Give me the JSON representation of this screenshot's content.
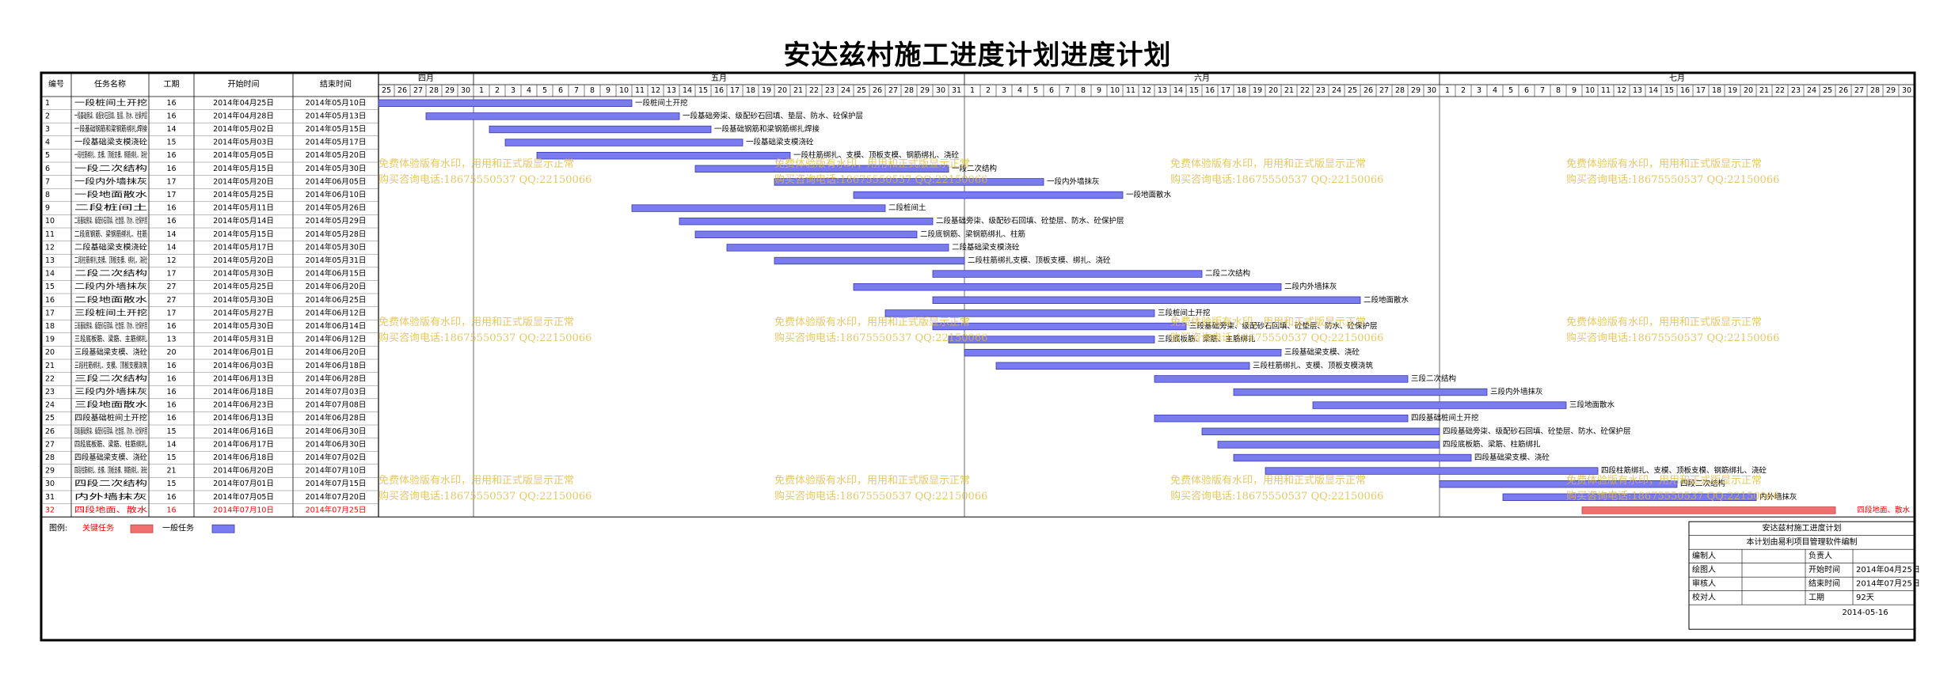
{
  "page": {
    "title": "安达兹村施工进度计划进度计划"
  },
  "chart_data": {
    "type": "gantt",
    "title": "安达兹村施工进度计划进度计划",
    "columns": [
      "编号",
      "任务名称",
      "工期",
      "开始时间",
      "结束时间"
    ],
    "timeline": {
      "start": "2014-04-25",
      "months": [
        {
          "name": "四月",
          "days": [
            25,
            26,
            27,
            28,
            29,
            30
          ]
        },
        {
          "name": "五月",
          "days": [
            1,
            2,
            3,
            4,
            5,
            6,
            7,
            8,
            9,
            10,
            11,
            12,
            13,
            14,
            15,
            16,
            17,
            18,
            19,
            20,
            21,
            22,
            23,
            24,
            25,
            26,
            27,
            28,
            29,
            30,
            31
          ]
        },
        {
          "name": "六月",
          "days": [
            1,
            2,
            3,
            4,
            5,
            6,
            7,
            8,
            9,
            10,
            11,
            12,
            13,
            14,
            15,
            16,
            17,
            18,
            19,
            20,
            21,
            22,
            23,
            24,
            25,
            26,
            27,
            28,
            29,
            30
          ]
        },
        {
          "name": "七月",
          "days": [
            1,
            2,
            3,
            4,
            5,
            6,
            7,
            8,
            9,
            10,
            11,
            12,
            13,
            14,
            15,
            16,
            17,
            18,
            19,
            20,
            21,
            22,
            23,
            24,
            25,
            26,
            27,
            28,
            29,
            30
          ]
        }
      ]
    },
    "tasks": [
      {
        "id": "1",
        "name": "一段桩间土开挖",
        "duration": "16",
        "start": "2014年04月25日",
        "end": "2014年05月10日",
        "s": "2014-04-25",
        "e": "2014-05-10",
        "critical": false
      },
      {
        "id": "2",
        "name": "一段基础旁柒、级配砂石回填、垫层、防水、砼保护层",
        "duration": "16",
        "start": "2014年04月28日",
        "end": "2014年05月13日",
        "s": "2014-04-28",
        "e": "2014-05-13",
        "critical": false
      },
      {
        "id": "3",
        "name": "一段基础钢筋和梁钢筋绑扎焊接",
        "duration": "14",
        "start": "2014年05月02日",
        "end": "2014年05月15日",
        "s": "2014-05-02",
        "e": "2014-05-15",
        "critical": false
      },
      {
        "id": "4",
        "name": "一段基础梁支模浇砼",
        "duration": "15",
        "start": "2014年05月03日",
        "end": "2014年05月17日",
        "s": "2014-05-03",
        "e": "2014-05-17",
        "critical": false
      },
      {
        "id": "5",
        "name": "一段柱筋绑扎、支模、顶板支模、钢筋绑扎、浇砼",
        "duration": "16",
        "start": "2014年05月05日",
        "end": "2014年05月20日",
        "s": "2014-05-05",
        "e": "2014-05-20",
        "critical": false
      },
      {
        "id": "6",
        "name": "一段二次结构",
        "duration": "16",
        "start": "2014年05月15日",
        "end": "2014年05月30日",
        "s": "2014-05-15",
        "e": "2014-05-30",
        "critical": false
      },
      {
        "id": "7",
        "name": "一段内外墙抹灰",
        "duration": "17",
        "start": "2014年05月20日",
        "end": "2014年06月05日",
        "s": "2014-05-20",
        "e": "2014-06-05",
        "critical": false
      },
      {
        "id": "8",
        "name": "一段地面散水",
        "duration": "17",
        "start": "2014年05月25日",
        "end": "2014年06月10日",
        "s": "2014-05-25",
        "e": "2014-06-10",
        "critical": false
      },
      {
        "id": "9",
        "name": "二段桩间土",
        "duration": "16",
        "start": "2014年05月11日",
        "end": "2014年05月26日",
        "s": "2014-05-11",
        "e": "2014-05-26",
        "critical": false
      },
      {
        "id": "10",
        "name": "二段基础旁柒、级配砂石回填、砼垫层、防水、砼保护层",
        "duration": "16",
        "start": "2014年05月14日",
        "end": "2014年05月29日",
        "s": "2014-05-14",
        "e": "2014-05-29",
        "critical": false
      },
      {
        "id": "11",
        "name": "二段底钢筋、梁钢筋绑扎、柱筋",
        "duration": "14",
        "start": "2014年05月15日",
        "end": "2014年05月28日",
        "s": "2014-05-15",
        "e": "2014-05-28",
        "critical": false
      },
      {
        "id": "12",
        "name": "二段基础梁支模浇砼",
        "duration": "14",
        "start": "2014年05月17日",
        "end": "2014年05月30日",
        "s": "2014-05-17",
        "e": "2014-05-30",
        "critical": false
      },
      {
        "id": "13",
        "name": "二段柱筋绑扎支模、顶板支模、绑扎、浇砼",
        "duration": "12",
        "start": "2014年05月20日",
        "end": "2014年05月31日",
        "s": "2014-05-20",
        "e": "2014-05-31",
        "critical": false
      },
      {
        "id": "14",
        "name": "二段二次结构",
        "duration": "17",
        "start": "2014年05月30日",
        "end": "2014年06月15日",
        "s": "2014-05-30",
        "e": "2014-06-15",
        "critical": false
      },
      {
        "id": "15",
        "name": "二段内外墙抹灰",
        "duration": "27",
        "start": "2014年05月25日",
        "end": "2014年06月20日",
        "s": "2014-05-25",
        "e": "2014-06-20",
        "critical": false
      },
      {
        "id": "16",
        "name": "二段地面散水",
        "duration": "27",
        "start": "2014年05月30日",
        "end": "2014年06月25日",
        "s": "2014-05-30",
        "e": "2014-06-25",
        "critical": false
      },
      {
        "id": "17",
        "name": "三段桩间土开挖",
        "duration": "17",
        "start": "2014年05月27日",
        "end": "2014年06月12日",
        "s": "2014-05-27",
        "e": "2014-06-12",
        "critical": false
      },
      {
        "id": "18",
        "name": "三段基础旁柒、级配砂石回填、砼垫层、防水、砼保护层",
        "duration": "16",
        "start": "2014年05月30日",
        "end": "2014年06月14日",
        "s": "2014-05-30",
        "e": "2014-06-14",
        "critical": false
      },
      {
        "id": "19",
        "name": "三段底板筋、梁筋、主筋绑扎",
        "duration": "13",
        "start": "2014年05月31日",
        "end": "2014年06月12日",
        "s": "2014-05-31",
        "e": "2014-06-12",
        "critical": false
      },
      {
        "id": "20",
        "name": "三段基础梁支模、浇砼",
        "duration": "20",
        "start": "2014年06月01日",
        "end": "2014年06月20日",
        "s": "2014-06-01",
        "e": "2014-06-20",
        "critical": false
      },
      {
        "id": "21",
        "name": "三段柱筋绑扎、支模、顶板支模浇筑",
        "duration": "16",
        "start": "2014年06月03日",
        "end": "2014年06月18日",
        "s": "2014-06-03",
        "e": "2014-06-18",
        "critical": false
      },
      {
        "id": "22",
        "name": "三段二次结构",
        "duration": "16",
        "start": "2014年06月13日",
        "end": "2014年06月28日",
        "s": "2014-06-13",
        "e": "2014-06-28",
        "critical": false
      },
      {
        "id": "23",
        "name": "三段内外墙抹灰",
        "duration": "16",
        "start": "2014年06月18日",
        "end": "2014年07月03日",
        "s": "2014-06-18",
        "e": "2014-07-03",
        "critical": false
      },
      {
        "id": "24",
        "name": "三段地面散水",
        "duration": "16",
        "start": "2014年06月23日",
        "end": "2014年07月08日",
        "s": "2014-06-23",
        "e": "2014-07-08",
        "critical": false
      },
      {
        "id": "25",
        "name": "四段基础桩间土开挖",
        "duration": "16",
        "start": "2014年06月13日",
        "end": "2014年06月28日",
        "s": "2014-06-13",
        "e": "2014-06-28",
        "critical": false
      },
      {
        "id": "26",
        "name": "四段基础旁柒、级配砂石回填、砼垫层、防水、砼保护层",
        "duration": "15",
        "start": "2014年06月16日",
        "end": "2014年06月30日",
        "s": "2014-06-16",
        "e": "2014-06-30",
        "critical": false
      },
      {
        "id": "27",
        "name": "四段底板筋、梁筋、柱筋绑扎",
        "duration": "14",
        "start": "2014年06月17日",
        "end": "2014年06月30日",
        "s": "2014-06-17",
        "e": "2014-06-30",
        "critical": false
      },
      {
        "id": "28",
        "name": "四段基础梁支模、浇砼",
        "duration": "15",
        "start": "2014年06月18日",
        "end": "2014年07月02日",
        "s": "2014-06-18",
        "e": "2014-07-02",
        "critical": false
      },
      {
        "id": "29",
        "name": "四段柱筋绑扎、支模、顶板支模、钢筋绑扎、浇砼",
        "duration": "21",
        "start": "2014年06月20日",
        "end": "2014年07月10日",
        "s": "2014-06-20",
        "e": "2014-07-10",
        "critical": false
      },
      {
        "id": "30",
        "name": "四段二次结构",
        "duration": "15",
        "start": "2014年07月01日",
        "end": "2014年07月15日",
        "s": "2014-07-01",
        "e": "2014-07-15",
        "critical": false
      },
      {
        "id": "31",
        "name": "内外墙抹灰",
        "duration": "16",
        "start": "2014年07月05日",
        "end": "2014年07月20日",
        "s": "2014-07-05",
        "e": "2014-07-20",
        "critical": false
      },
      {
        "id": "32",
        "name": "四段地面、散水",
        "duration": "16",
        "start": "2014年07月10日",
        "end": "2014年07月25日",
        "s": "2014-07-10",
        "e": "2014-07-25",
        "critical": true
      }
    ],
    "legend": {
      "label": "图例:",
      "critical": "关键任务",
      "normal": "一般任务"
    },
    "colors": {
      "normal": "#7b7bf0",
      "critical": "#f07070",
      "critical_text": "#ff0000",
      "watermark": "#e0b840"
    },
    "watermark": {
      "line1": "免费体验版有水印，用用和正式版显示正常",
      "line2": "购买咨询电话:18675550537 QQ:22150066"
    },
    "info_box": {
      "title": "安达兹村施工进度计划",
      "subtitle": "本计划由易利项目管理软件编制",
      "rows": [
        [
          "编制人",
          "",
          "负责人",
          ""
        ],
        [
          "绘图人",
          "",
          "开始时间",
          "2014年04月25日"
        ],
        [
          "审核人",
          "",
          "结束时间",
          "2014年07月25日"
        ],
        [
          "校对人",
          "",
          "工期",
          "92天"
        ]
      ],
      "date": "2014-05-16"
    }
  }
}
